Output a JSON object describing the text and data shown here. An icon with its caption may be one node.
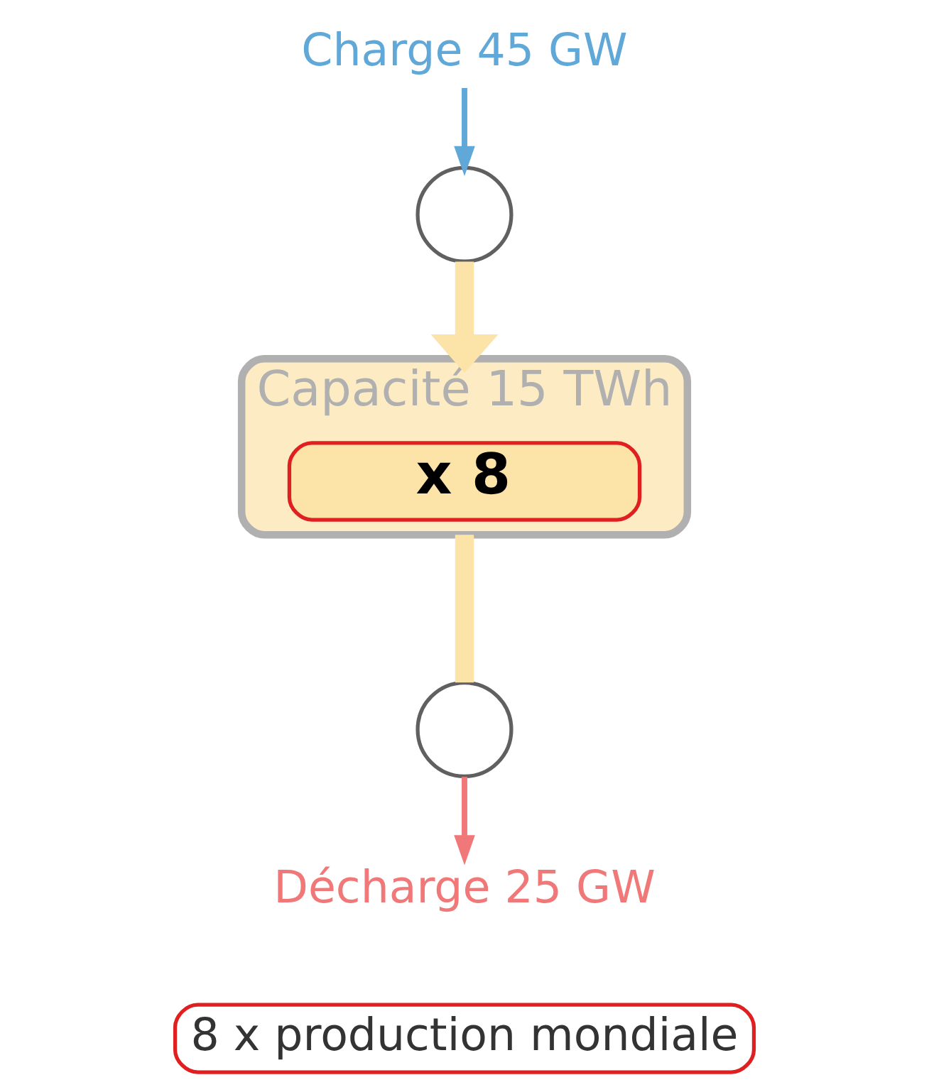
{
  "diagram": {
    "nodes": [
      {
        "text": [
          "Capacité 15 TWh"
        ]
      },
      {
        "text": [
          "x 8"
        ],
        "in": 0
      },
      {
        "text": [],
        "shape": "circle"
      },
      {
        "text": [],
        "shape": "circle"
      },
      {
        "text": [
          "Charge 45 GW"
        ]
      },
      {
        "text": [
          "Décharge 25 GW"
        ]
      },
      {
        "text": [
          "8 x production mondiale"
        ]
      }
    ],
    "edges": [
      {
        "from": 4,
        "to": 2,
        "arrow": "to",
        "color": "#5fa8d8"
      },
      {
        "from": 2,
        "to": 0,
        "arrow": "to",
        "style": "thick",
        "color": "#fce3a8"
      },
      {
        "from": 0,
        "to": 3,
        "arrow": "none",
        "style": "thick",
        "color": "#fce3a8"
      },
      {
        "from": 3,
        "to": 5,
        "arrow": "to",
        "color": "#f07878"
      }
    ]
  }
}
